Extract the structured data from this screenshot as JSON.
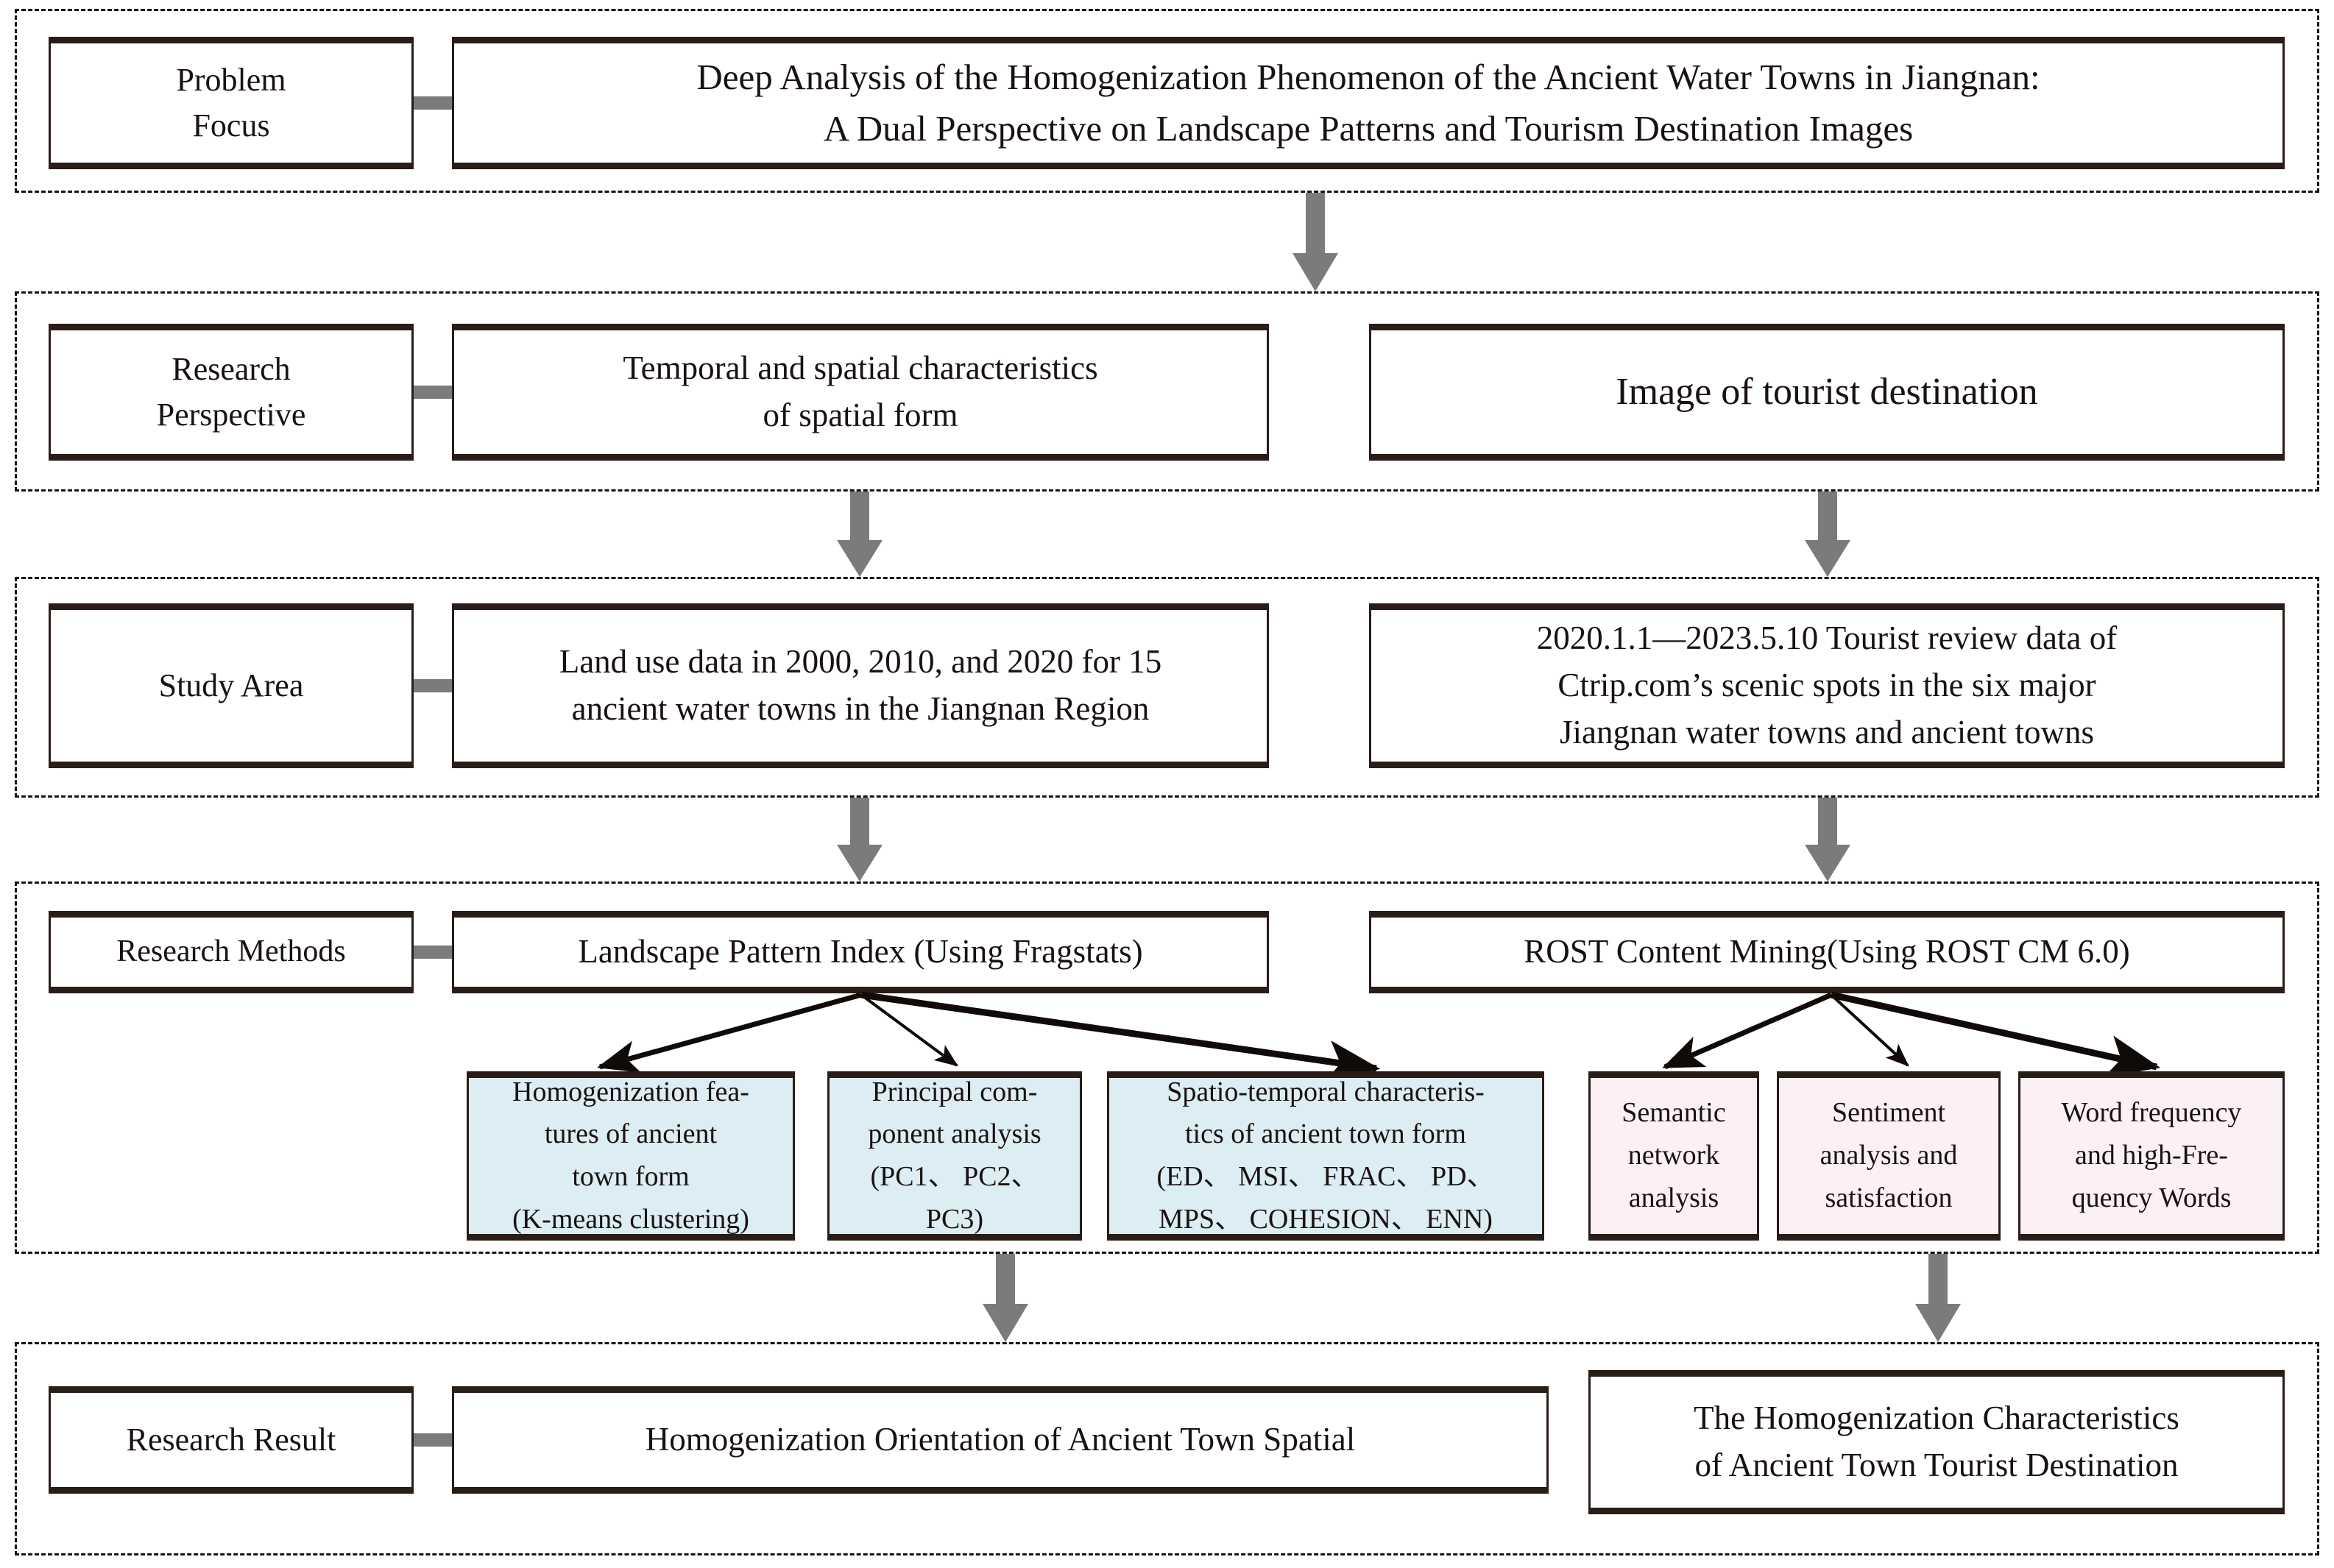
{
  "diagram": {
    "title": "Research framework flowchart",
    "colors": {
      "blue_fill": "#dcedf4",
      "pink_fill": "#fdf0f5",
      "box_border": "#2a1c18",
      "band_border": "#141414",
      "arrow_grey": "#7b7b7b"
    }
  },
  "rows": {
    "problem_focus": {
      "label": "Problem\nFocus",
      "label_line1": "Problem",
      "label_line2": "Focus",
      "content_line1": "Deep Analysis of the Homogenization Phenomenon of the Ancient Water Towns in Jiangnan:",
      "content_line2": "A Dual Perspective on Landscape Patterns and Tourism Destination Images"
    },
    "research_perspective": {
      "label_line1": "Research",
      "label_line2": "Perspective",
      "left_line1": "Temporal and spatial characteristics",
      "left_line2": "of spatial form",
      "right": "Image of tourist destination"
    },
    "study_area": {
      "label": "Study Area",
      "left_line1": "Land use data in 2000, 2010, and 2020 for 15",
      "left_line2": "ancient water towns in the Jiangnan Region",
      "right_line1": "2020.1.1—2023.5.10 Tourist review data of",
      "right_line2": "Ctrip.com’s scenic spots in the six major",
      "right_line3": "Jiangnan water towns and ancient towns"
    },
    "research_methods": {
      "label": "Research Methods",
      "left": "Landscape Pattern Index (Using Fragstats)",
      "right": "ROST Content Mining(Using ROST CM 6.0)",
      "blue_boxes": [
        {
          "lines": [
            "Homogenization fea-",
            "tures of ancient",
            "town form",
            "(K-means clustering)"
          ]
        },
        {
          "lines": [
            "Principal com-",
            "ponent analysis",
            "(PC1、 PC2、",
            "PC3)"
          ]
        },
        {
          "lines": [
            "Spatio-temporal characteris-",
            "tics of ancient town form",
            "(ED、 MSI、 FRAC、 PD、",
            "MPS、 COHESION、 ENN)"
          ]
        }
      ],
      "pink_boxes": [
        {
          "lines": [
            "Semantic",
            "network",
            "analysis"
          ]
        },
        {
          "lines": [
            "Sentiment",
            "analysis and",
            "satisfaction"
          ]
        },
        {
          "lines": [
            "Word frequency",
            "and high-Fre-",
            "quency Words"
          ]
        }
      ]
    },
    "research_result": {
      "label": "Research Result",
      "left": "Homogenization Orientation of Ancient Town Spatial",
      "right_line1": "The Homogenization Characteristics",
      "right_line2": "of Ancient Town Tourist Destination"
    }
  }
}
